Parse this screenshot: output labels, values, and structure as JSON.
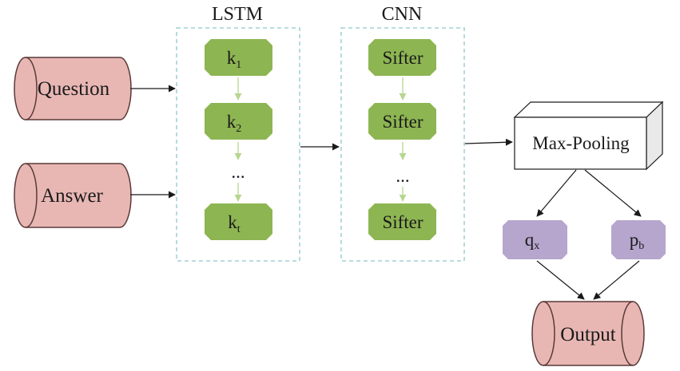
{
  "inputs": {
    "question": "Question",
    "answer": "Answer"
  },
  "lstm": {
    "title": "LSTM",
    "k1_base": "k",
    "k1_sub": "1",
    "k2_base": "k",
    "k2_sub": "2",
    "dots": "...",
    "kt_base": "k",
    "kt_sub": "t"
  },
  "cnn": {
    "title": "CNN",
    "sifter_1": "Sifter",
    "sifter_2": "Sifter",
    "dots": "...",
    "sifter_3": "Sifter"
  },
  "pooling": {
    "label": "Max-Pooling"
  },
  "results": {
    "qx_base": "q",
    "qx_sub": "x",
    "pb_base": "p",
    "pb_sub": "b"
  },
  "output": {
    "label": "Output"
  },
  "colors": {
    "io_fill": "#e8b7b4",
    "io_stroke": "#5a3a38",
    "green_fill": "#8db552",
    "green_arrow": "#b7d68f",
    "purple_fill": "#b6a6cd",
    "dashed_border": "#8ec6cf",
    "line": "#1a1a1a"
  }
}
